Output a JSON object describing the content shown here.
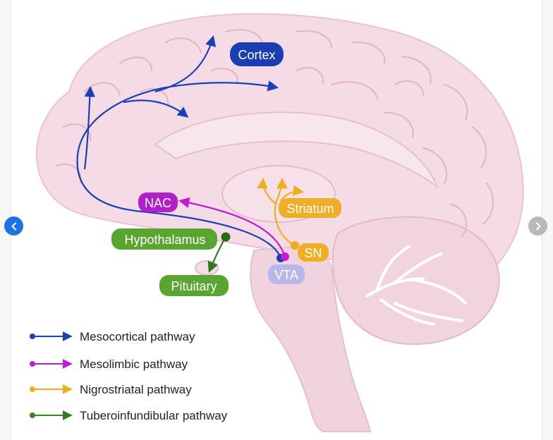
{
  "labels": {
    "cortex": "Cortex",
    "nac": "NAC",
    "striatum": "Striatum",
    "hypothalamus": "Hypothalamus",
    "sn": "SN",
    "vta": "VTA",
    "pituitary": "Pituitary"
  },
  "legend": [
    {
      "label": "Mesocortical pathway",
      "color": "#1b3fb4"
    },
    {
      "label": "Mesolimbic pathway",
      "color": "#c21cd3"
    },
    {
      "label": "Nigrostriatal pathway",
      "color": "#f0ad1d"
    },
    {
      "label": "Tuberoinfundibular pathway",
      "color": "#2f8c1a"
    }
  ],
  "colors": {
    "cortex_badge": "#1a3db0",
    "nac_badge": "#b11fc9",
    "striatum_badge": "#f0ae24",
    "hypothalamus_badge": "#5aa530",
    "vta_badge": "#b9b6ea",
    "brain_fill": "#f4dbe6",
    "brain_fold": "#e9bdd0"
  },
  "nav": {
    "prev_icon": "chevron-left-icon",
    "next_icon": "chevron-right-icon"
  }
}
